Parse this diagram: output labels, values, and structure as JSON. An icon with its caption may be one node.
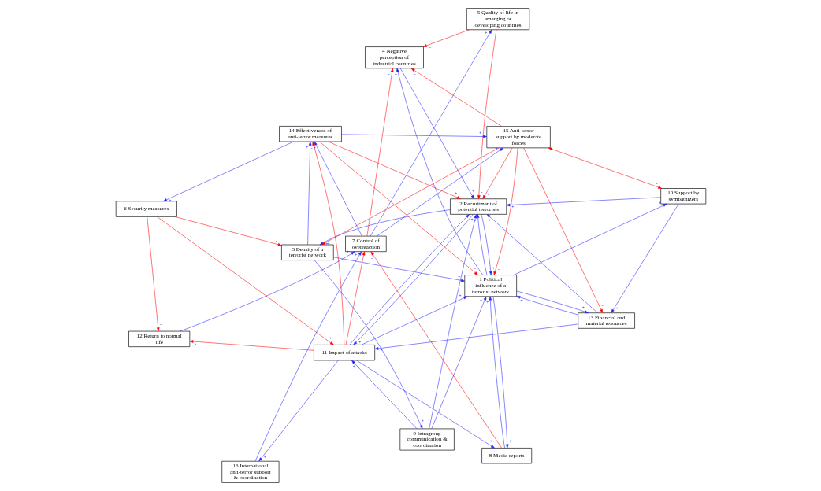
{
  "diagram": {
    "nodes": [
      {
        "text": [
          "1 Political influence of a terrorist network"
        ]
      },
      {
        "text": [
          "2 Recruitment of potential terrorists"
        ]
      },
      {
        "text": [
          "3 Density of a terrorist network"
        ]
      },
      {
        "text": [
          "4 Negative perception of industrial countries"
        ]
      },
      {
        "text": [
          "5 Quality of life in emerging or developing countries"
        ]
      },
      {
        "text": [
          "6 Security measures"
        ]
      },
      {
        "text": [
          "7 Control of overreaction"
        ]
      },
      {
        "text": [
          "8 Media reports"
        ]
      },
      {
        "text": [
          "9 Intragroup communication & coordination"
        ]
      },
      {
        "text": [
          "10 Support by sympathizers"
        ]
      },
      {
        "text": [
          "11 Impact of attacks"
        ]
      },
      {
        "text": [
          "12 Return to normal life"
        ]
      },
      {
        "text": [
          "13 Financial and material resources"
        ]
      },
      {
        "text": [
          "14 Effectiveness of anti-terror measures"
        ]
      },
      {
        "text": [
          "15 Anti-terror support by moderate forces"
        ]
      },
      {
        "text": [
          "16 International anti-terror support & coordination"
        ]
      }
    ],
    "edges": [
      {
        "from": 8,
        "to": 1,
        "arrow": "to",
        "label": "+"
      },
      {
        "from": 9,
        "to": 1,
        "arrow": "to",
        "label": "+"
      },
      {
        "from": 14,
        "to": 1,
        "arrow": "to",
        "label": "-",
        "color": "#ff0000"
      },
      {
        "from": 1,
        "to": 0,
        "arrow": "to",
        "label": "+"
      },
      {
        "from": 0,
        "to": 1,
        "arrow": "to",
        "label": "-"
      },
      {
        "from": 13,
        "to": 1,
        "arrow": "to",
        "label": "+",
        "color": "#ff0000"
      },
      {
        "from": 3,
        "to": 1,
        "arrow": "to",
        "label": "+"
      },
      {
        "from": 12,
        "to": 1,
        "arrow": "to",
        "label": "+"
      },
      {
        "from": 10,
        "to": 1,
        "arrow": "to",
        "label": "+"
      },
      {
        "from": 4,
        "to": 1,
        "arrow": "to",
        "label": "-",
        "color": "#ff0000"
      },
      {
        "from": 1,
        "to": 2,
        "arrow": "to",
        "label": "+"
      },
      {
        "from": 5,
        "to": 2,
        "arrow": "to",
        "label": "-",
        "color": "#ff0000"
      },
      {
        "from": 14,
        "to": 2,
        "arrow": "to",
        "label": "+",
        "color": "#ff0000"
      },
      {
        "from": 2,
        "to": 8,
        "arrow": "to",
        "label": "+"
      },
      {
        "from": 2,
        "to": 0,
        "arrow": "to",
        "label": "+"
      },
      {
        "from": 2,
        "to": 13,
        "arrow": "to",
        "label": "+"
      },
      {
        "from": 8,
        "to": 0,
        "arrow": "to",
        "label": "+"
      },
      {
        "from": 8,
        "to": 10,
        "arrow": "to",
        "label": "+"
      },
      {
        "from": 0,
        "to": 9,
        "arrow": "to",
        "label": "+"
      },
      {
        "from": 0,
        "to": 3,
        "arrow": "to",
        "label": "+"
      },
      {
        "from": 0,
        "to": 7,
        "arrow": "to",
        "label": "+"
      },
      {
        "from": 0,
        "to": 12,
        "arrow": "to",
        "label": "+"
      },
      {
        "from": 14,
        "to": 0,
        "arrow": "to",
        "label": "-",
        "color": "#ff0000"
      },
      {
        "from": 13,
        "to": 0,
        "arrow": "to",
        "label": "-",
        "color": "#ff0000"
      },
      {
        "from": 10,
        "to": 0,
        "arrow": "to",
        "label": "+"
      },
      {
        "from": 7,
        "to": 0,
        "arrow": "to",
        "label": "+"
      },
      {
        "from": 12,
        "to": 0,
        "arrow": "to",
        "label": "+"
      },
      {
        "from": 1,
        "to": 10,
        "arrow": "to",
        "label": "+"
      },
      {
        "from": 14,
        "to": 3,
        "arrow": "to",
        "label": "-",
        "color": "#ff0000"
      },
      {
        "from": 4,
        "to": 3,
        "arrow": "to",
        "label": "-",
        "color": "#ff0000"
      },
      {
        "from": 6,
        "to": 3,
        "arrow": "to",
        "label": "-",
        "color": "#ff0000"
      },
      {
        "from": 6,
        "to": 4,
        "arrow": "to",
        "label": "+"
      },
      {
        "from": 5,
        "to": 10,
        "arrow": "to",
        "label": "+",
        "color": "#ff0000"
      },
      {
        "from": 5,
        "to": 11,
        "arrow": "to",
        "label": "-",
        "color": "#ff0000"
      },
      {
        "from": 13,
        "to": 5,
        "arrow": "to",
        "label": "+"
      },
      {
        "from": 10,
        "to": 6,
        "arrow": "to",
        "label": "-",
        "color": "#ff0000"
      },
      {
        "from": 15,
        "to": 6,
        "arrow": "to",
        "label": "+"
      },
      {
        "from": 11,
        "to": 6,
        "arrow": "to",
        "label": "+"
      },
      {
        "from": 6,
        "to": 14,
        "arrow": "to",
        "label": "+"
      },
      {
        "from": 6,
        "to": 13,
        "arrow": "to",
        "label": "+"
      },
      {
        "from": 7,
        "to": 6,
        "arrow": "to",
        "label": "-",
        "color": "#ff0000"
      },
      {
        "from": 10,
        "to": 7,
        "arrow": "to",
        "label": "+"
      },
      {
        "from": 9,
        "to": 12,
        "arrow": "to",
        "label": "+"
      },
      {
        "from": 14,
        "to": 9,
        "arrow": "both",
        "label": "-",
        "color": "#ff0000"
      },
      {
        "from": 10,
        "to": 11,
        "arrow": "to",
        "label": "-",
        "color": "#ff0000"
      },
      {
        "from": 10,
        "to": 13,
        "arrow": "to",
        "label": "-",
        "color": "#ff0000"
      },
      {
        "from": 10,
        "to": 15,
        "arrow": "to",
        "label": "+"
      },
      {
        "from": 12,
        "to": 10,
        "arrow": "to",
        "label": "+"
      },
      {
        "from": 13,
        "to": 14,
        "arrow": "to",
        "label": "+"
      },
      {
        "from": 14,
        "to": 12,
        "arrow": "to",
        "label": "-",
        "color": "#ff0000"
      }
    ]
  }
}
